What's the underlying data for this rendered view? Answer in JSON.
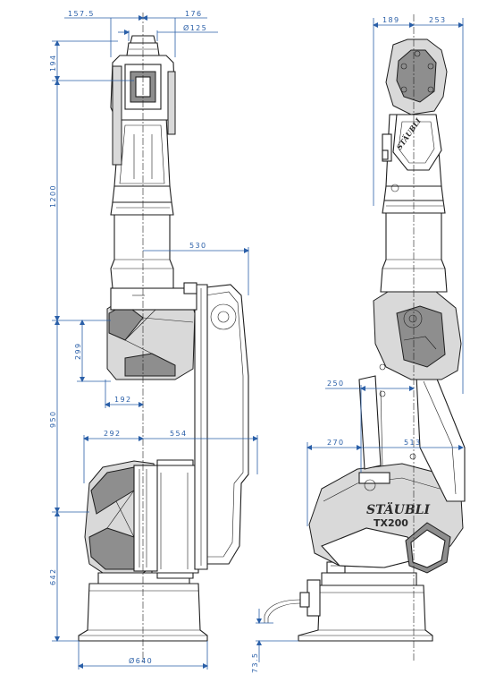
{
  "front_view": {
    "dimensions": {
      "d157_5": "157.5",
      "d176": "176",
      "d125": "Ø125",
      "d194": "194",
      "d1200": "1200",
      "d530": "530",
      "d299": "299",
      "d192": "192",
      "d950": "950",
      "d292": "292",
      "d554": "554",
      "d642": "642",
      "d640": "Ø640"
    }
  },
  "side_view": {
    "dimensions": {
      "d189": "189",
      "d253": "253",
      "d250": "250",
      "d270": "270",
      "d513": "513",
      "d73_5": "73.5"
    },
    "brand_small": "STÄUBLI",
    "brand_large": "STÄUBLI",
    "model": "TX200"
  },
  "colors": {
    "dimension": "#2a5fa8",
    "outline": "#1e1e1e",
    "shade": "#d9d9d9"
  }
}
